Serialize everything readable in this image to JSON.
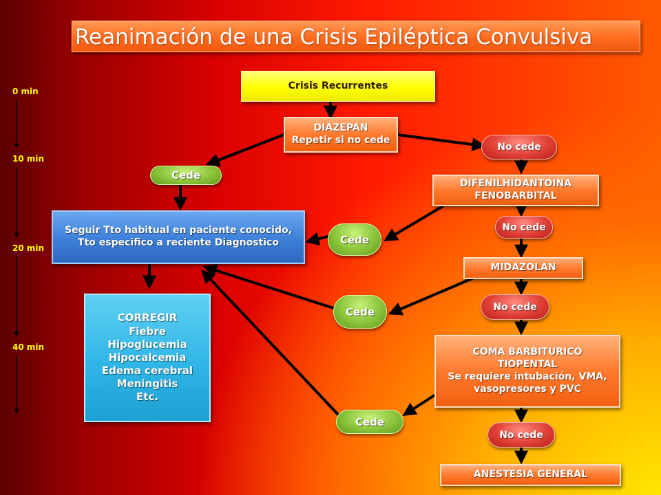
{
  "title": "Reanimación de una Crisis Epiléptica Convulsiva",
  "timeline": [
    "0 min",
    "10 min",
    "20 min",
    "40 min"
  ],
  "boxes": {
    "crisis": "Crisis Recurrentes",
    "diazepan": [
      "DIAZEPAN",
      "Repetir si no cede"
    ],
    "difenil": [
      "DIFENILHIDANTOINA",
      "FENOBARBITAL"
    ],
    "midazolan": "MIDAZOLAN",
    "coma": [
      "COMA BARBITURICO",
      "TIOPENTAL",
      "Se requiere intubación, VMA,",
      "vasopresores y PVC"
    ],
    "anestesia": "ANESTESIA GENERAL",
    "seguir": [
      "Seguir Tto habitual  en paciente conocido,",
      "Tto especifico a reciente Diagnostico"
    ],
    "corregir": [
      "CORREGIR",
      "Fiebre",
      "Hipoglucemia",
      "Hipocalcemia",
      "Edema cerebral",
      "Meningitis",
      "Etc."
    ]
  },
  "labels": {
    "cede": "Cede",
    "no_cede": "No cede"
  },
  "colors": {
    "orange_box": "#ff7a2e",
    "yellow_box": "#ffff00",
    "blue_box": "#3d7fd8",
    "cyan_box": "#2fb6e6",
    "green_pill": "#8ac43a",
    "red_pill": "#e04036",
    "timeline_text": "#ffff00"
  }
}
